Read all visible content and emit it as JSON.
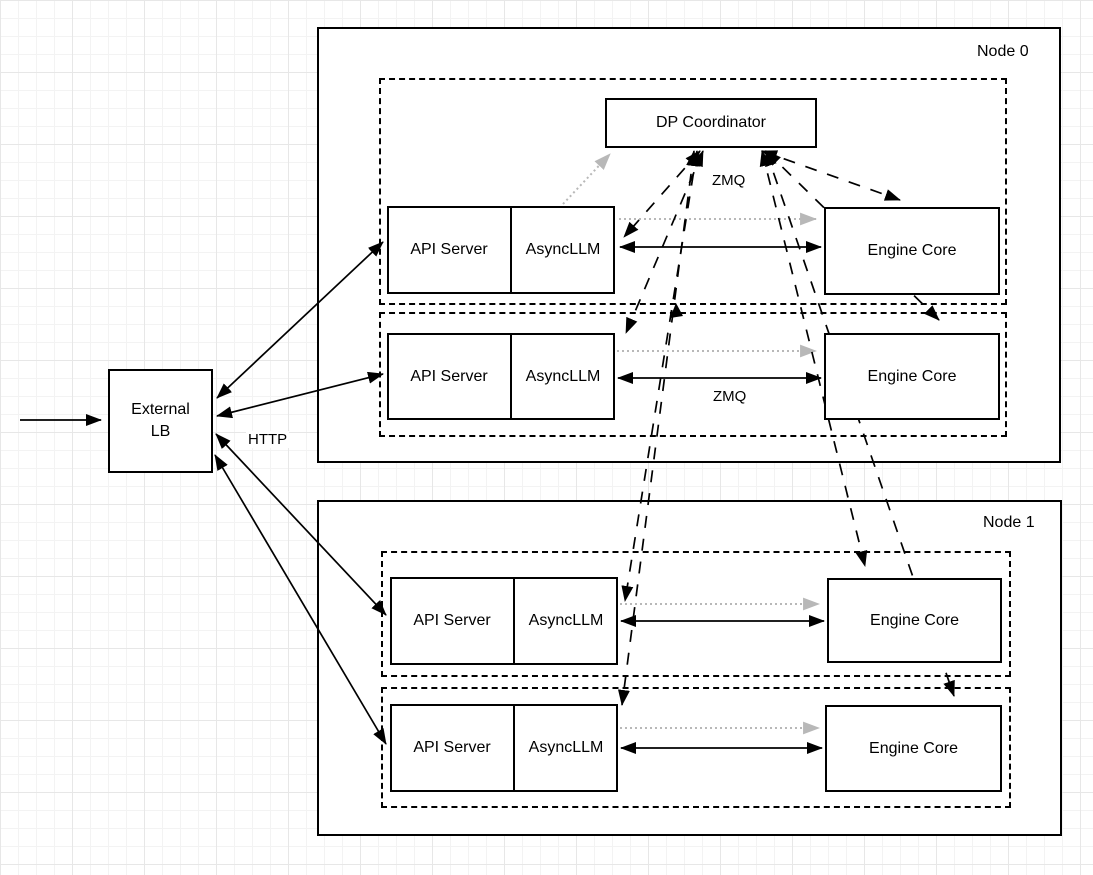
{
  "colors": {
    "stroke": "#000000",
    "gray_link": "#b8b8b8",
    "box_fill": "#ffffff",
    "grid_minor": "#f3f3f3",
    "grid_major": "#e7e7e7"
  },
  "external_lb": {
    "label": "External\nLB"
  },
  "coordinator": {
    "label": "DP Coordinator"
  },
  "edge_labels": {
    "http": "HTTP",
    "zmq_coordinator": "ZMQ",
    "zmq_engine": "ZMQ"
  },
  "nodes": [
    {
      "label": "Node 0",
      "rows": [
        {
          "api_server": "API Server",
          "async_llm": "AsyncLLM",
          "engine_core": "Engine Core"
        },
        {
          "api_server": "API Server",
          "async_llm": "AsyncLLM",
          "engine_core": "Engine Core"
        }
      ]
    },
    {
      "label": "Node 1",
      "rows": [
        {
          "api_server": "API Server",
          "async_llm": "AsyncLLM",
          "engine_core": "Engine Core"
        },
        {
          "api_server": "API Server",
          "async_llm": "AsyncLLM",
          "engine_core": "Engine Core"
        }
      ]
    }
  ]
}
